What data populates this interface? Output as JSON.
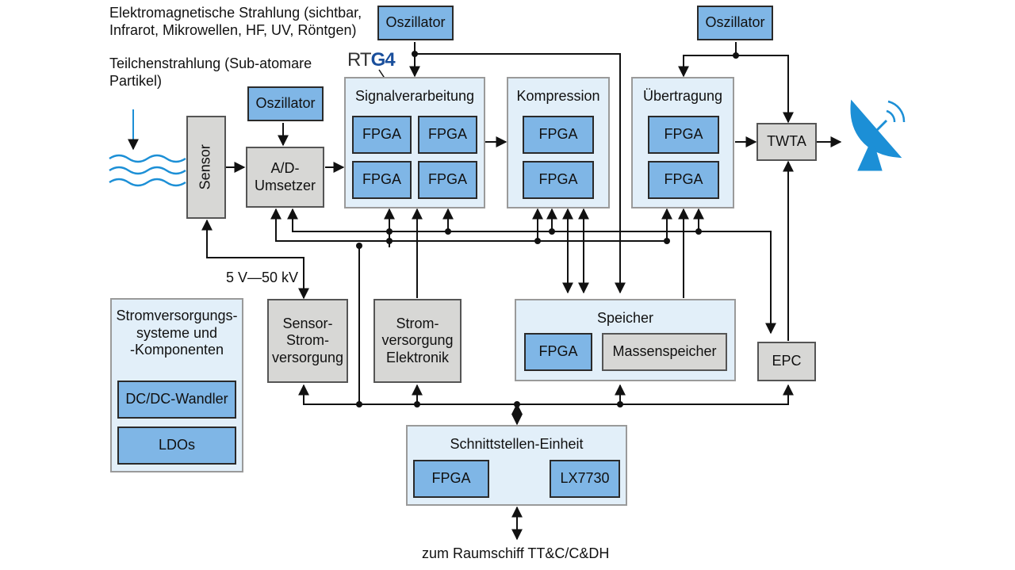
{
  "diagram": {
    "radiation_em": [
      "Elektromagnetische Strahlung (sichtbar,",
      "Infrarot, Mikrowellen, HF, UV, Röntgen)"
    ],
    "radiation_particle": [
      "Teilchenstrahlung (Sub-atomare",
      "Partikel)"
    ],
    "sensor": "Sensor",
    "oszillator": "Oszillator",
    "ad": [
      "A/D-",
      "Umsetzer"
    ],
    "rtg4": {
      "prefix": "RT",
      "suffix": "G4"
    },
    "signal": "Signalverarbeitung",
    "kompression": "Kompression",
    "uebertragung": "Übertragung",
    "fpga": "FPGA",
    "twta": "TWTA",
    "epc": "EPC",
    "voltage": "5 V—50 kV",
    "sensor_strom": [
      "Sensor-",
      "Strom-",
      "versorgung"
    ],
    "strom_elektronik": [
      "Strom-",
      "versorgung",
      "Elektronik"
    ],
    "speicher": "Speicher",
    "massenspeicher": "Massenspeicher",
    "stromversorgung": [
      "Stromversorgungs-",
      "systeme und",
      "-Komponenten"
    ],
    "dcdc": "DC/DC-Wandler",
    "ldos": "LDOs",
    "schnittstelle": "Schnittstellen-Einheit",
    "lx7730": "LX7730",
    "raumschiff": "zum Raumschiff TT&C/C&DH",
    "colors": {
      "blue": "#7fb6e6",
      "pale": "#e2eff9",
      "gray": "#d7d7d5",
      "accent": "#1c8fd6"
    }
  }
}
